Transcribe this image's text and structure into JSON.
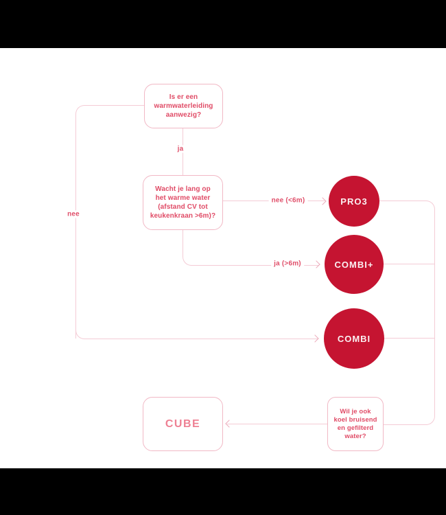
{
  "diagram": {
    "title_hint": "product decision flowchart",
    "nodes": {
      "q1": {
        "lines": [
          "Is er een",
          "warmwaterleiding",
          "aanwezig?"
        ]
      },
      "q2": {
        "lines": [
          "Wacht je lang op",
          "het warme water",
          "(afstand CV tot",
          "keukenkraan >6m)?"
        ]
      },
      "q3": {
        "lines": [
          "Wil je ook",
          "koel bruisend",
          "en gefilterd",
          "water?"
        ]
      },
      "pro3": {
        "label": "PRO3"
      },
      "combiplus": {
        "label": "COMBI+"
      },
      "combi": {
        "label": "COMBI"
      },
      "cube": {
        "label": "CUBE"
      }
    },
    "edge_labels": {
      "ja": "ja",
      "nee": "nee",
      "nee_short": "nee (<6m)",
      "ja_long": "ja (>6m)"
    },
    "colors": {
      "circle_red": "#c51431",
      "line_pink": "#f4cbd5",
      "box_border_pink": "#f1b8c5",
      "text_red": "#e04b66",
      "cube_text_pink": "#ee8093",
      "letterbox_black": "#000000",
      "background": "#ffffff"
    }
  }
}
